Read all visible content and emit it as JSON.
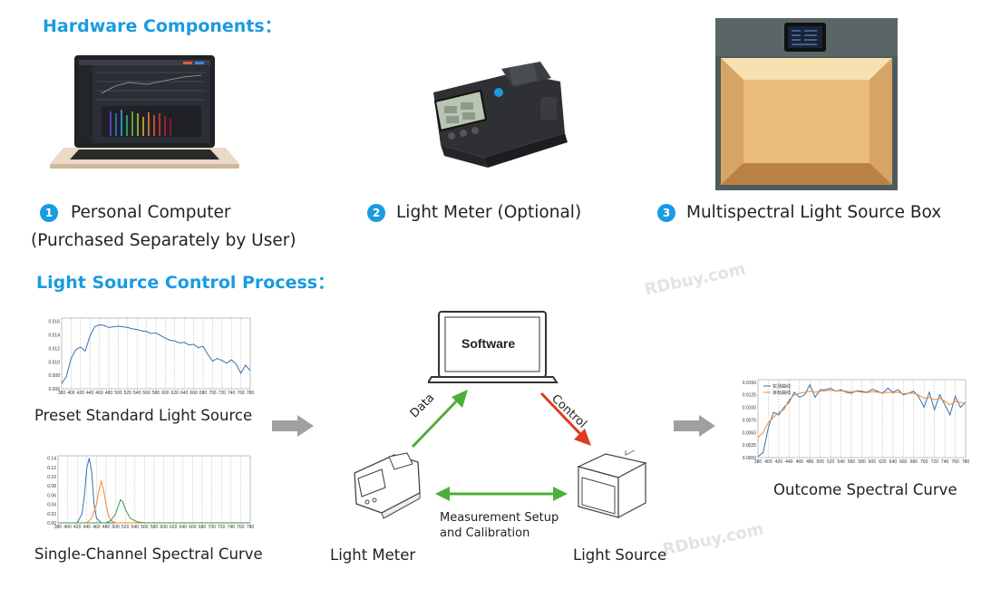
{
  "hardware": {
    "title": "Hardware Components：",
    "items": [
      {
        "num": "1",
        "label": "Personal Computer",
        "sub": "(Purchased Separately by User)"
      },
      {
        "num": "2",
        "label": "Light Meter (Optional)"
      },
      {
        "num": "3",
        "label": "Multispectral Light Source Box"
      }
    ]
  },
  "process": {
    "title": "Light Source Control Process：",
    "preset_caption": "Preset Standard Light Source",
    "single_caption": "Single-Channel Spectral Curve",
    "outcome_caption": "Outcome Spectral Curve",
    "software_label": "Software",
    "data_label": "Data",
    "control_label": "Control",
    "measurement_line1": "Measurement Setup",
    "measurement_line2": "and Calibration",
    "light_meter_caption": "Light Meter",
    "light_source_caption": "Light Source"
  },
  "watermarks": [
    "RDbuy.com",
    "RDbuy.com"
  ],
  "colors": {
    "accent": "#1a9be0",
    "data_arrow": "#4caf3a",
    "control_arrow": "#e03a20",
    "gray_arrow": "#a0a0a0",
    "series_blue": "#3a6fb0",
    "series_orange": "#f08a30",
    "series_green": "#3a9a3a"
  },
  "chart_data": [
    {
      "type": "line",
      "x_ticks": [
        "380",
        "400",
        "420",
        "440",
        "460",
        "480",
        "500",
        "520",
        "540",
        "560",
        "580",
        "600",
        "620",
        "640",
        "660",
        "680",
        "700",
        "720",
        "740",
        "760",
        "780"
      ],
      "y_ticks": [
        "0.006",
        "0.008",
        "0.010",
        "0.012",
        "0.014",
        "0.016"
      ],
      "ylim": [
        0.006,
        0.0165
      ],
      "series": [
        {
          "x": [
            380,
            390,
            400,
            410,
            420,
            430,
            440,
            450,
            460,
            470,
            480,
            490,
            500,
            510,
            520,
            530,
            540,
            550,
            560,
            570,
            580,
            590,
            600,
            610,
            620,
            630,
            640,
            650,
            660,
            670,
            680,
            690,
            700,
            710,
            720,
            730,
            740,
            750,
            760,
            770,
            780
          ],
          "values": [
            0.0068,
            0.0078,
            0.0105,
            0.0118,
            0.0122,
            0.0116,
            0.0138,
            0.0152,
            0.0155,
            0.0154,
            0.0151,
            0.0152,
            0.0153,
            0.0152,
            0.0151,
            0.0149,
            0.0148,
            0.0146,
            0.0145,
            0.0142,
            0.0143,
            0.0139,
            0.0135,
            0.0132,
            0.0131,
            0.0128,
            0.0129,
            0.0125,
            0.0126,
            0.0121,
            0.0123,
            0.0111,
            0.0101,
            0.0105,
            0.0102,
            0.0098,
            0.0103,
            0.0097,
            0.0083,
            0.0095,
            0.0087
          ]
        }
      ]
    },
    {
      "type": "line",
      "x_ticks": [
        "380",
        "400",
        "420",
        "440",
        "460",
        "480",
        "500",
        "520",
        "540",
        "560",
        "580",
        "600",
        "620",
        "640",
        "660",
        "680",
        "700",
        "720",
        "740",
        "760",
        "780"
      ],
      "y_ticks": [
        "0.00",
        "0.02",
        "0.04",
        "0.06",
        "0.08",
        "0.10",
        "0.12",
        "0.14"
      ],
      "ylim": [
        0,
        0.145
      ],
      "series": [
        {
          "x": [
            380,
            420,
            430,
            435,
            440,
            445,
            450,
            455,
            460,
            470,
            480,
            500,
            780
          ],
          "values": [
            0,
            0,
            0.02,
            0.06,
            0.12,
            0.14,
            0.11,
            0.04,
            0.01,
            0,
            0,
            0,
            0
          ]
        },
        {
          "x": [
            380,
            440,
            450,
            460,
            465,
            470,
            475,
            480,
            485,
            490,
            500,
            520,
            780
          ],
          "values": [
            0,
            0,
            0.01,
            0.04,
            0.07,
            0.09,
            0.07,
            0.04,
            0.015,
            0.005,
            0,
            0,
            0
          ]
        },
        {
          "x": [
            380,
            480,
            490,
            500,
            505,
            510,
            515,
            520,
            530,
            545,
            560,
            780
          ],
          "values": [
            0,
            0,
            0.005,
            0.02,
            0.035,
            0.05,
            0.045,
            0.03,
            0.01,
            0.002,
            0,
            0
          ]
        }
      ]
    },
    {
      "type": "line",
      "legend": [
        "实测曲线",
        "目标曲线"
      ],
      "x_ticks": [
        "380",
        "400",
        "420",
        "440",
        "460",
        "480",
        "500",
        "520",
        "540",
        "560",
        "580",
        "600",
        "620",
        "640",
        "660",
        "680",
        "700",
        "720",
        "740",
        "760",
        "780"
      ],
      "y_ticks": [
        "0.0000",
        "0.0025",
        "0.0050",
        "0.0075",
        "0.0100",
        "0.0125",
        "0.0150"
      ],
      "ylim": [
        0,
        0.0155
      ],
      "series": [
        {
          "x": [
            380,
            390,
            400,
            410,
            420,
            430,
            440,
            450,
            460,
            470,
            480,
            490,
            500,
            510,
            520,
            530,
            540,
            550,
            560,
            570,
            580,
            590,
            600,
            610,
            620,
            630,
            640,
            650,
            660,
            670,
            680,
            690,
            700,
            710,
            720,
            730,
            740,
            750,
            760,
            770,
            780
          ],
          "values": [
            0.0002,
            0.001,
            0.006,
            0.009,
            0.0085,
            0.01,
            0.011,
            0.013,
            0.012,
            0.0125,
            0.0145,
            0.012,
            0.0135,
            0.0135,
            0.0138,
            0.0132,
            0.0135,
            0.013,
            0.0128,
            0.0133,
            0.0132,
            0.013,
            0.0136,
            0.0132,
            0.0128,
            0.0138,
            0.013,
            0.0135,
            0.0125,
            0.0128,
            0.0132,
            0.012,
            0.01,
            0.013,
            0.0095,
            0.0125,
            0.0105,
            0.0085,
            0.0122,
            0.01,
            0.011
          ]
        },
        {
          "x": [
            380,
            390,
            400,
            410,
            420,
            430,
            440,
            450,
            460,
            470,
            480,
            490,
            500,
            510,
            520,
            530,
            540,
            550,
            560,
            570,
            580,
            590,
            600,
            610,
            620,
            630,
            640,
            650,
            660,
            670,
            680,
            690,
            700,
            710,
            720,
            730,
            740,
            750,
            760,
            770,
            780
          ],
          "values": [
            0.004,
            0.005,
            0.007,
            0.008,
            0.009,
            0.0095,
            0.0115,
            0.0125,
            0.0128,
            0.013,
            0.0132,
            0.013,
            0.0132,
            0.0133,
            0.0134,
            0.0133,
            0.0133,
            0.0132,
            0.0131,
            0.0132,
            0.013,
            0.0129,
            0.0131,
            0.013,
            0.0129,
            0.013,
            0.0129,
            0.013,
            0.0127,
            0.0128,
            0.0128,
            0.0124,
            0.0118,
            0.012,
            0.0115,
            0.0118,
            0.0112,
            0.0105,
            0.0112,
            0.011,
            0.0108
          ]
        }
      ]
    }
  ]
}
